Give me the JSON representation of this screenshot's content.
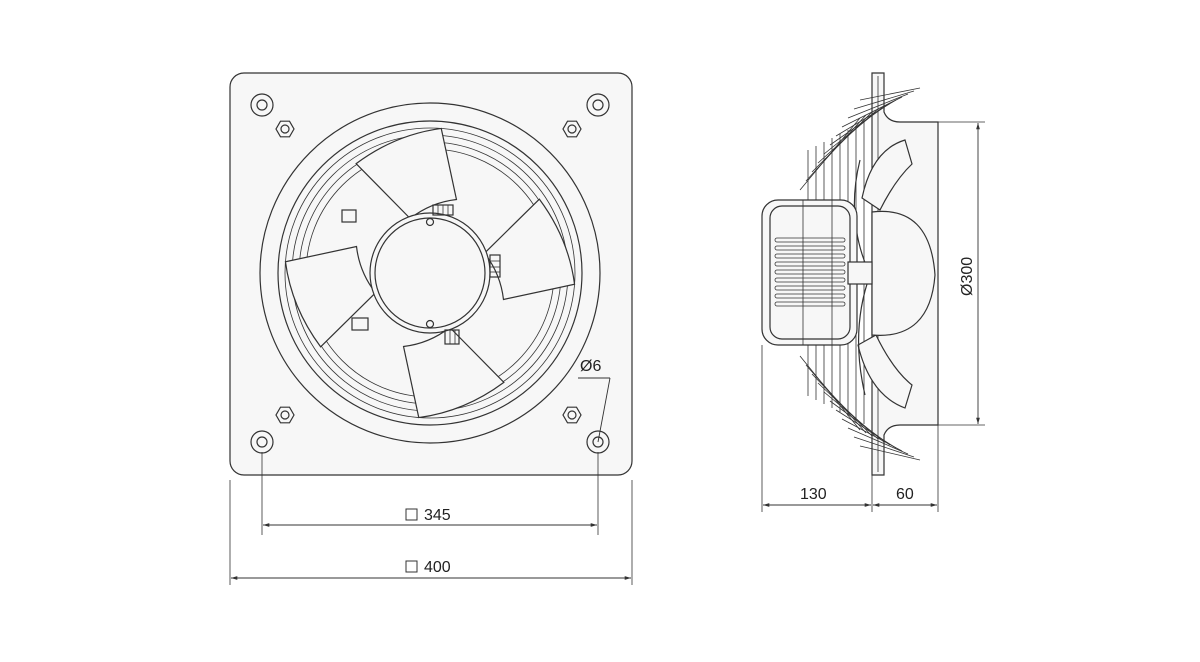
{
  "dimensions": {
    "hole_diameter": "Ø6",
    "bolt_spacing": "345",
    "overall_width": "400",
    "impeller_diameter": "Ø300",
    "motor_depth": "130",
    "flange_depth": "60"
  },
  "colors": {
    "line": "#333333",
    "background": "#ffffff"
  }
}
